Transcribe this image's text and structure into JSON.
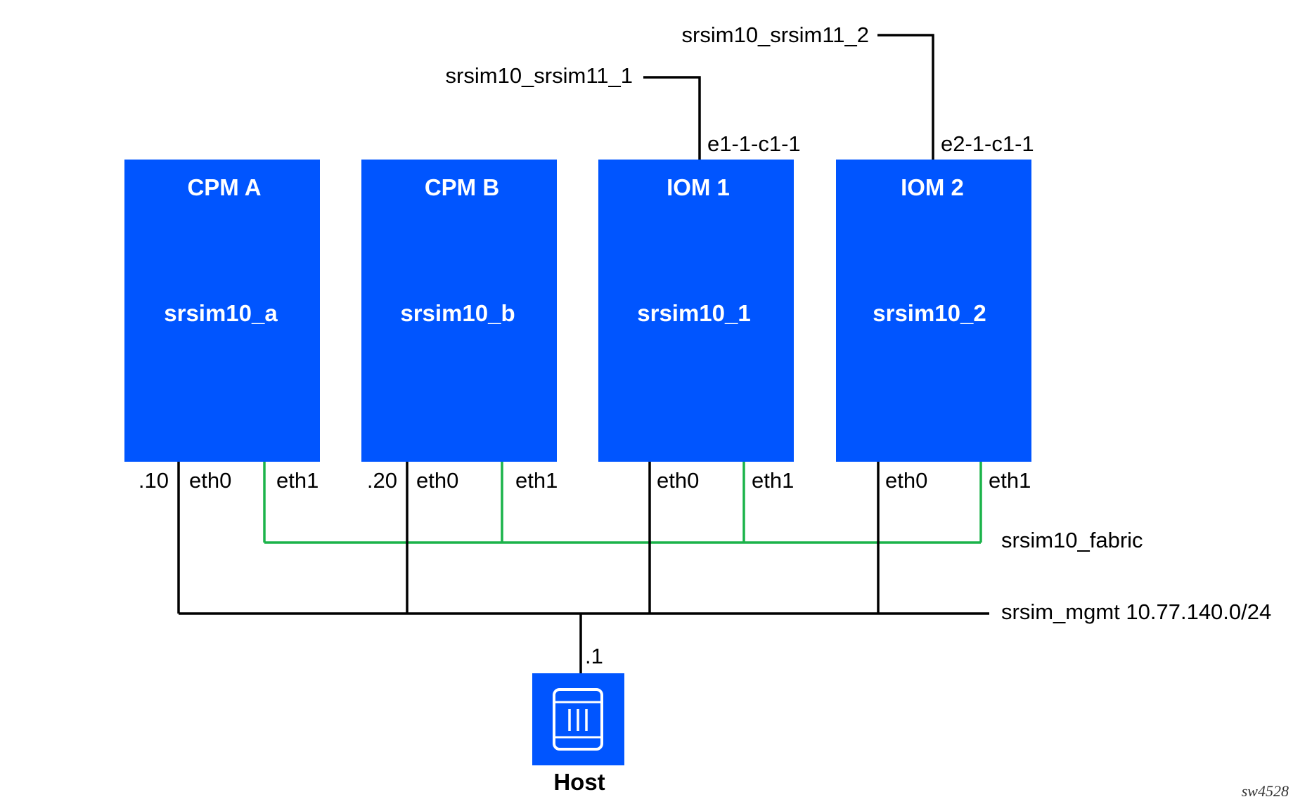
{
  "colors": {
    "box": "#0055ff",
    "mgmt_line": "#000000",
    "fabric_line": "#1bb34a",
    "background": "#ffffff"
  },
  "cards": [
    {
      "title": "CPM A",
      "name": "srsim10_a",
      "ip": ".10",
      "eth0": "eth0",
      "eth1": "eth1"
    },
    {
      "title": "CPM B",
      "name": "srsim10_b",
      "ip": ".20",
      "eth0": "eth0",
      "eth1": "eth1"
    },
    {
      "title": "IOM 1",
      "name": "srsim10_1",
      "port": "e1-1-c1-1",
      "link": "srsim10_srsim11_1",
      "eth0": "eth0",
      "eth1": "eth1"
    },
    {
      "title": "IOM 2",
      "name": "srsim10_2",
      "port": "e2-1-c1-1",
      "link": "srsim10_srsim11_2",
      "eth0": "eth0",
      "eth1": "eth1"
    }
  ],
  "networks": {
    "fabric": "srsim10_fabric",
    "mgmt": "srsim_mgmt 10.77.140.0/24"
  },
  "host": {
    "label": "Host",
    "ip": ".1",
    "icon": "server-icon"
  },
  "figure_id": "sw4528"
}
